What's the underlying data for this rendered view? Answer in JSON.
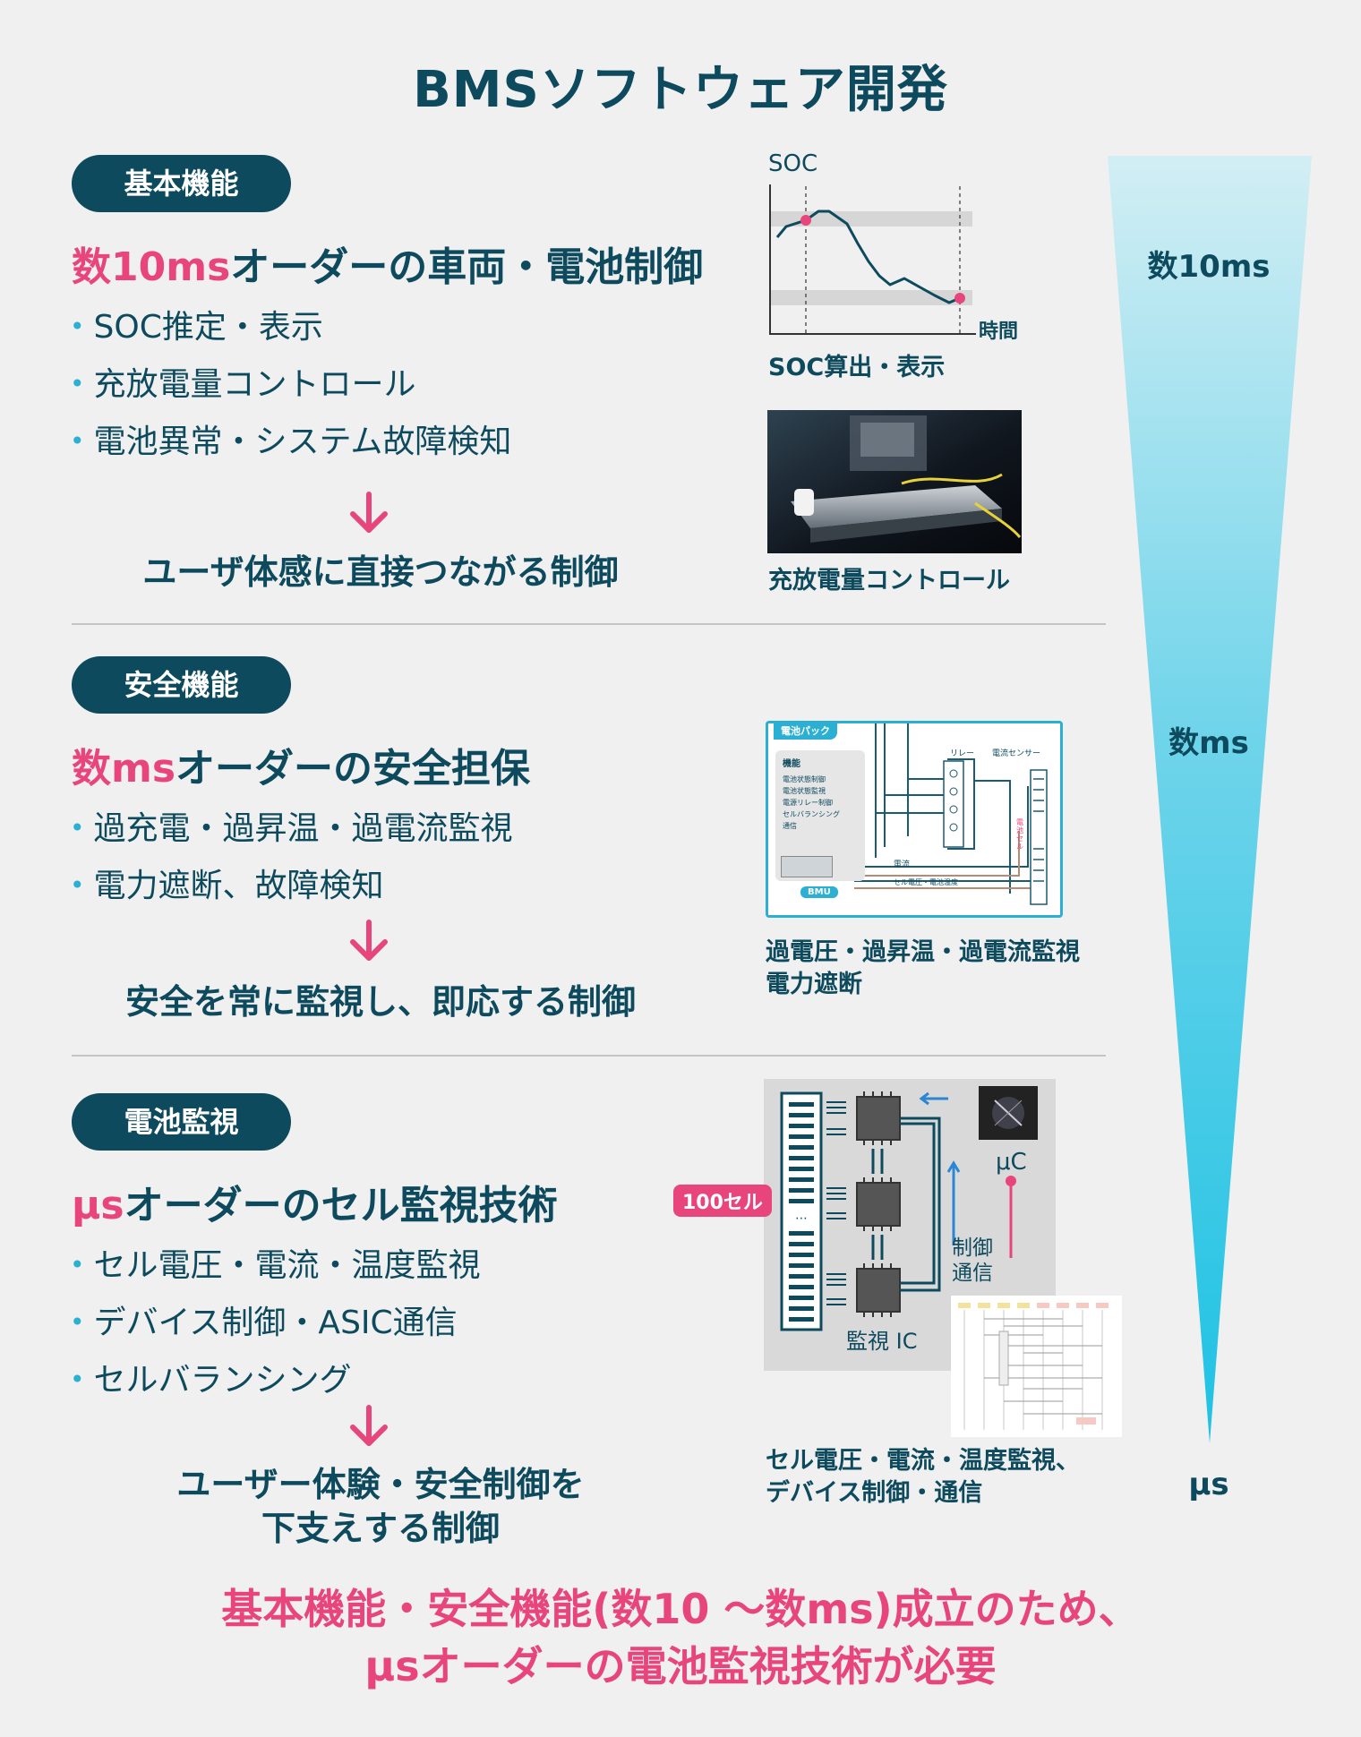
{
  "title": "BMSソフトウェア開発",
  "sections": [
    {
      "badge": "基本機能",
      "heading_highlight": "数10ms",
      "heading_rest": "オーダーの車両・電池制御",
      "bullets": [
        "SOC推定・表示",
        "充放電量コントロール",
        "電池異常・システム故障検知"
      ],
      "conclusion": "ユーザ体感に直接つながる制御"
    },
    {
      "badge": "安全機能",
      "heading_highlight": "数ms",
      "heading_rest": "オーダーの安全担保",
      "bullets": [
        "過充電・過昇温・過電流監視",
        "電力遮断、故障検知"
      ],
      "conclusion": "安全を常に監視し、即応する制御"
    },
    {
      "badge": "電池監視",
      "heading_highlight": "μs",
      "heading_rest": "オーダーのセル監視技術",
      "bullets": [
        "セル電圧・電流・温度監視",
        "デバイス制御・ASIC通信",
        "セルバランシング"
      ],
      "conclusion_line1": "ユーザー体験・安全制御を",
      "conclusion_line2": "下支えする制御"
    }
  ],
  "soc_chart": {
    "y_label": "SOC",
    "x_label": "時間",
    "caption": "SOC算出・表示"
  },
  "photo": {
    "caption": "充放電量コントロール"
  },
  "circuit": {
    "pack_label": "電池パック",
    "functions_title": "機能",
    "functions": [
      "電池状態制御",
      "電池状態監視",
      "電源リレー制御",
      "セルバランシング",
      "通信"
    ],
    "bmu_label": "BMU",
    "relay_label": "リレー",
    "sensor_label": "電流センサー",
    "cell_label": "電池セル",
    "current_label": "電流",
    "voltage_temp_label": "セル電圧・電池温度",
    "caption_line1": "過電圧・過昇温・過電流監視",
    "caption_line2": "電力遮断"
  },
  "monitor": {
    "cells_badge": "100セル",
    "mc_label": "μC",
    "comm_line1": "制御",
    "comm_line2": "通信",
    "ic_label": "監視 IC",
    "caption_line1": "セル電圧・電流・温度監視、",
    "caption_line2": "デバイス制御・通信"
  },
  "time_scale": [
    "数10ms",
    "数ms",
    "μs"
  ],
  "footer": {
    "line1": "基本機能・安全機能(数10 ～数ms)成立のため、",
    "line2": "μsオーダーの電池監視技術が必要"
  },
  "colors": {
    "navy": "#0e4a5e",
    "pink": "#e8457c",
    "cyan": "#2bc4e8"
  }
}
